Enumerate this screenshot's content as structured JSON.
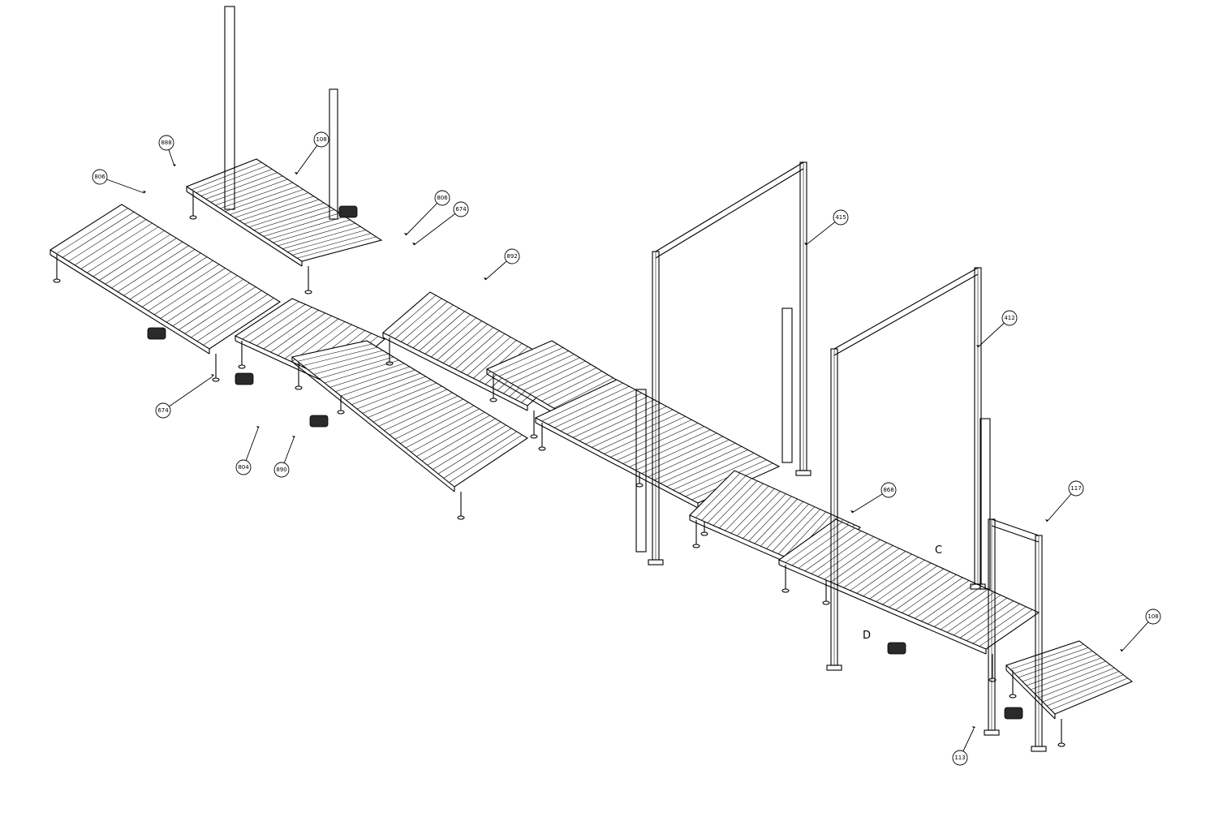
{
  "colors": {
    "background": "#ffffff",
    "ink": "#000000"
  },
  "callouts": [
    {
      "id": "c888",
      "label": "888"
    },
    {
      "id": "c108a",
      "label": "108"
    },
    {
      "id": "c806a",
      "label": "806"
    },
    {
      "id": "c806b",
      "label": "806"
    },
    {
      "id": "c674a",
      "label": "674"
    },
    {
      "id": "c892",
      "label": "892"
    },
    {
      "id": "c415",
      "label": "415"
    },
    {
      "id": "c412",
      "label": "412"
    },
    {
      "id": "c674b",
      "label": "674"
    },
    {
      "id": "c804",
      "label": "804"
    },
    {
      "id": "c890",
      "label": "890"
    },
    {
      "id": "c868",
      "label": "868"
    },
    {
      "id": "c117",
      "label": "117"
    },
    {
      "id": "c108b",
      "label": "108"
    },
    {
      "id": "c113",
      "label": "113"
    }
  ],
  "view_letters": [
    {
      "id": "lC",
      "text": "C"
    },
    {
      "id": "lD",
      "text": "D"
    }
  ]
}
